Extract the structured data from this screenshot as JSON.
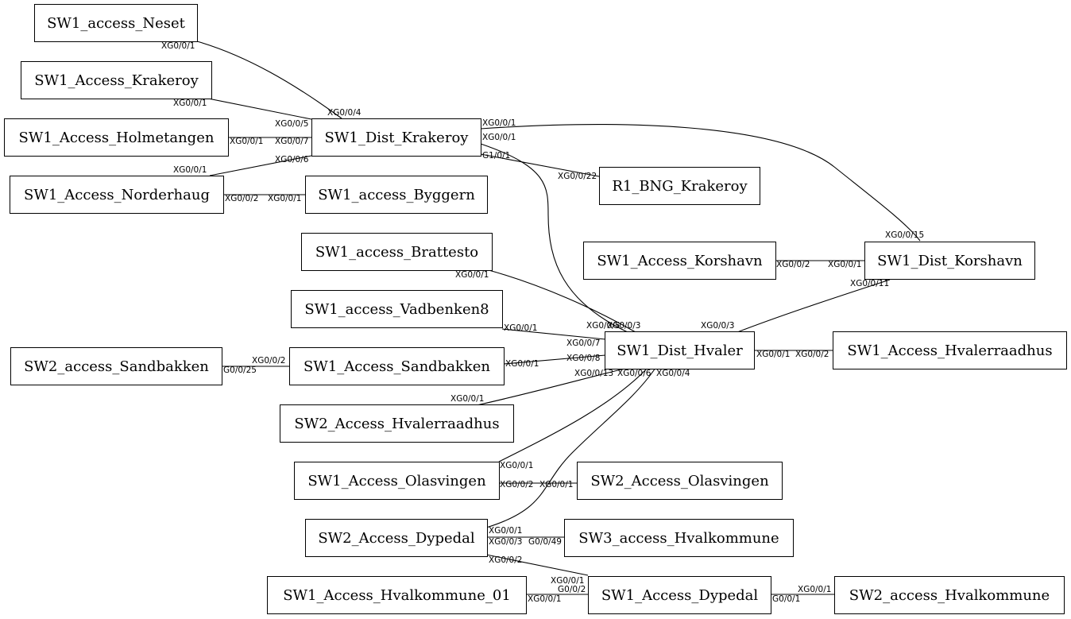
{
  "nodes": {
    "sw1_access_neset": "SW1_access_Neset",
    "sw1_access_krakeroy": "SW1_Access_Krakeroy",
    "sw1_access_holmetangen": "SW1_Access_Holmetangen",
    "sw1_dist_krakeroy": "SW1_Dist_Krakeroy",
    "sw1_access_norderhaug": "SW1_Access_Norderhaug",
    "sw1_access_byggern": "SW1_access_Byggern",
    "r1_bng_krakeroy": "R1_BNG_Krakeroy",
    "sw1_access_brattesto": "SW1_access_Brattesto",
    "sw1_access_korshavn": "SW1_Access_Korshavn",
    "sw1_dist_korshavn": "SW1_Dist_Korshavn",
    "sw1_access_vadbenken8": "SW1_access_Vadbenken8",
    "sw2_access_sandbakken": "SW2_access_Sandbakken",
    "sw1_access_sandbakken": "SW1_Access_Sandbakken",
    "sw1_dist_hvaler": "SW1_Dist_Hvaler",
    "sw1_access_hvalerraadhus": "SW1_Access_Hvalerraadhus",
    "sw2_access_hvalerraadhus": "SW2_Access_Hvalerraadhus",
    "sw1_access_olasvingen": "SW1_Access_Olasvingen",
    "sw2_access_olasvingen": "SW2_Access_Olasvingen",
    "sw2_access_dypedal": "SW2_Access_Dypedal",
    "sw3_access_hvalkommune": "SW3_access_Hvalkommune",
    "sw1_access_hvalkommune_01": "SW1_Access_Hvalkommune_01",
    "sw1_access_dypedal": "SW1_Access_Dypedal",
    "sw2_access_hvalkommune": "SW2_access_Hvalkommune"
  },
  "ports": {
    "neset_xg001": "XG0/0/1",
    "kd_xg004": "XG0/0/4",
    "krakeroy_xg001": "XG0/0/1",
    "kd_xg005": "XG0/0/5",
    "holmetangen_xg001": "XG0/0/1",
    "kd_xg007": "XG0/0/7",
    "norderhaug_xg001": "XG0/0/1",
    "kd_xg006": "XG0/0/6",
    "norderhaug_xg002": "XG0/0/2",
    "byggern_xg001": "XG0/0/1",
    "kd_xg001_a": "XG0/0/1",
    "kd_xg001_b": "XG0/0/1",
    "kd_g101": "G1/0/1",
    "bng_xg0022": "XG0/0/22",
    "korshavn_xg0015": "XG0/0/15",
    "korshavn_xg001": "XG0/0/1",
    "korshavnacc_xg002": "XG0/0/2",
    "korshavn_xg0011": "XG0/0/11",
    "brattesto_xg001": "XG0/0/1",
    "hv_xg005_xg003": "XG0/0/5",
    "hv_xg003_overlap": "XG0/0/3",
    "hv_xg003": "XG0/0/3",
    "vadbenken_xg001": "XG0/0/1",
    "hv_xg007": "XG0/0/7",
    "sandbakken2_g0025": "G0/0/25",
    "sandbakken1_xg002": "XG0/0/2",
    "sandbakken1_xg001": "XG0/0/1",
    "hv_xg008": "XG0/0/8",
    "hv_xg001": "XG0/0/1",
    "hvalerraadhus1_xg002": "XG0/0/2",
    "hvalerraadhus2_xg001": "XG0/0/1",
    "hv_xg0013": "XG0/0/13",
    "hv_xg006": "XG0/0/6",
    "hv_xg004": "XG0/0/4",
    "olasvingen1_xg001": "XG0/0/1",
    "olasvingen1_xg002": "XG0/0/2",
    "olasvingen2_xg001": "XG0/0/1",
    "dypedal2_xg001": "XG0/0/1",
    "dypedal2_xg003": "XG0/0/3",
    "hvalkommune3_g0049": "G0/0/49",
    "dypedal2_xg002": "XG0/0/2",
    "dypedal1_xg001": "XG0/0/1",
    "dypedal1_g002": "G0/0/2",
    "hvalkommune01_xg001": "XG0/0/1",
    "dypedal1_g001": "G0/0/1",
    "hvalkommune2_xg001": "XG0/0/1"
  }
}
